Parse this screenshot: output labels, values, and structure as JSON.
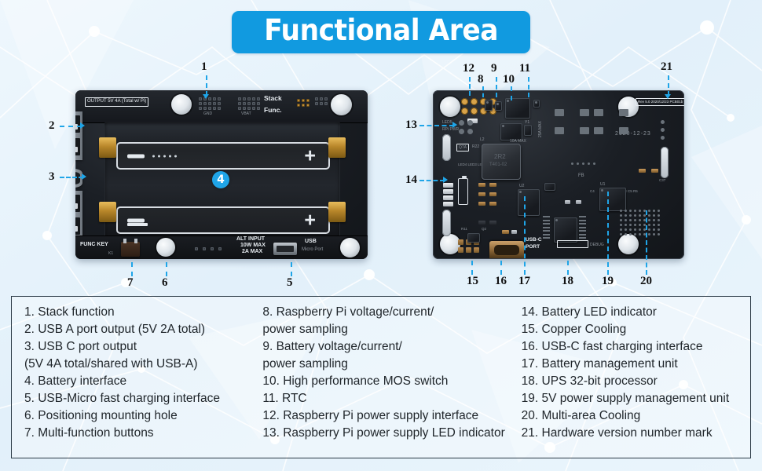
{
  "title": "Functional Area",
  "legend": {
    "column1": [
      "1. Stack function",
      "2. USB A port output (5V 2A total)",
      "3. USB C port output",
      "(5V 4A total/shared with USB-A)",
      "4. Battery interface",
      "5. USB-Micro fast charging interface",
      "6. Positioning mounting hole",
      "7. Multi-function buttons"
    ],
    "column2": [
      "8. Raspberry Pi voltage/current/",
      "power sampling",
      "9. Battery voltage/current/",
      "power sampling",
      "10. High performance MOS switch",
      "11. RTC",
      "12. Raspberry Pi power supply interface",
      "13. Raspberry Pi power supply LED indicator"
    ],
    "column3": [
      "14. Battery LED indicator",
      "15. Copper Cooling",
      "16. USB-C fast charging interface",
      "17. Battery management unit",
      "18. UPS 32-bit processor",
      "19. 5V power supply management unit",
      "20. Multi-area Cooling",
      "21. Hardware version number mark"
    ]
  },
  "callouts": {
    "n1": "1",
    "n2": "2",
    "n3": "3",
    "n4": "4",
    "n5": "5",
    "n6": "6",
    "n7": "7",
    "n8": "8",
    "n9": "9",
    "n10": "10",
    "n11": "11",
    "n12": "12",
    "n13": "13",
    "n14": "14",
    "n15": "15",
    "n16": "16",
    "n17": "17",
    "n18": "18",
    "n19": "19",
    "n20": "20",
    "n21": "21"
  },
  "left_board_silkscreen": {
    "output_label": "OUTPUT 5V 4A (Total w/ Pi)",
    "stack": "Stack",
    "func": "Func.",
    "gnd": "GND",
    "vbat": "VBAT",
    "func_key": "FUNC KEY",
    "k1": "K1",
    "alt_input": "ALT INPUT",
    "watt_max": "10W MAX",
    "amp_max": "2A MAX",
    "usb_label": "USB",
    "micro_port": "Micro Port"
  },
  "right_board_silkscreen": {
    "version_mark": "Rev 5.0 2020/12/23 PCB01b",
    "date": "2020-12-23",
    "led5": "LED5",
    "rpi_pwr": "RPi PWR",
    "q7a": "Q7A",
    "r22": "R22",
    "l2": "L2",
    "inductor_top": "2R2",
    "inductor_bot": "T401-02",
    "max25a": "25A MAX",
    "max10a": "10A MAX",
    "fb": "FB",
    "usb_c_port_1": "USB-C",
    "usb_c_port_2": "PORT",
    "debug": "DEBUG",
    "u5": "U5",
    "y1": "Y1",
    "u1": "U1",
    "u2": "U2",
    "q1": "Q1",
    "q2": "Q2",
    "r11": "R11",
    "l1": "L1",
    "c37": "C37",
    "c4": "C4",
    "r4c8c5r5": "R4 C8 C5 R5",
    "led_list": "LED4 LED3 LED2 LED1"
  },
  "colors": {
    "accent": "#1fa5e8",
    "title_bg": "#119ae0",
    "legend_border": "#2b3a46",
    "pcb_dark": "#1b1f25",
    "gold": "#b8862a"
  }
}
